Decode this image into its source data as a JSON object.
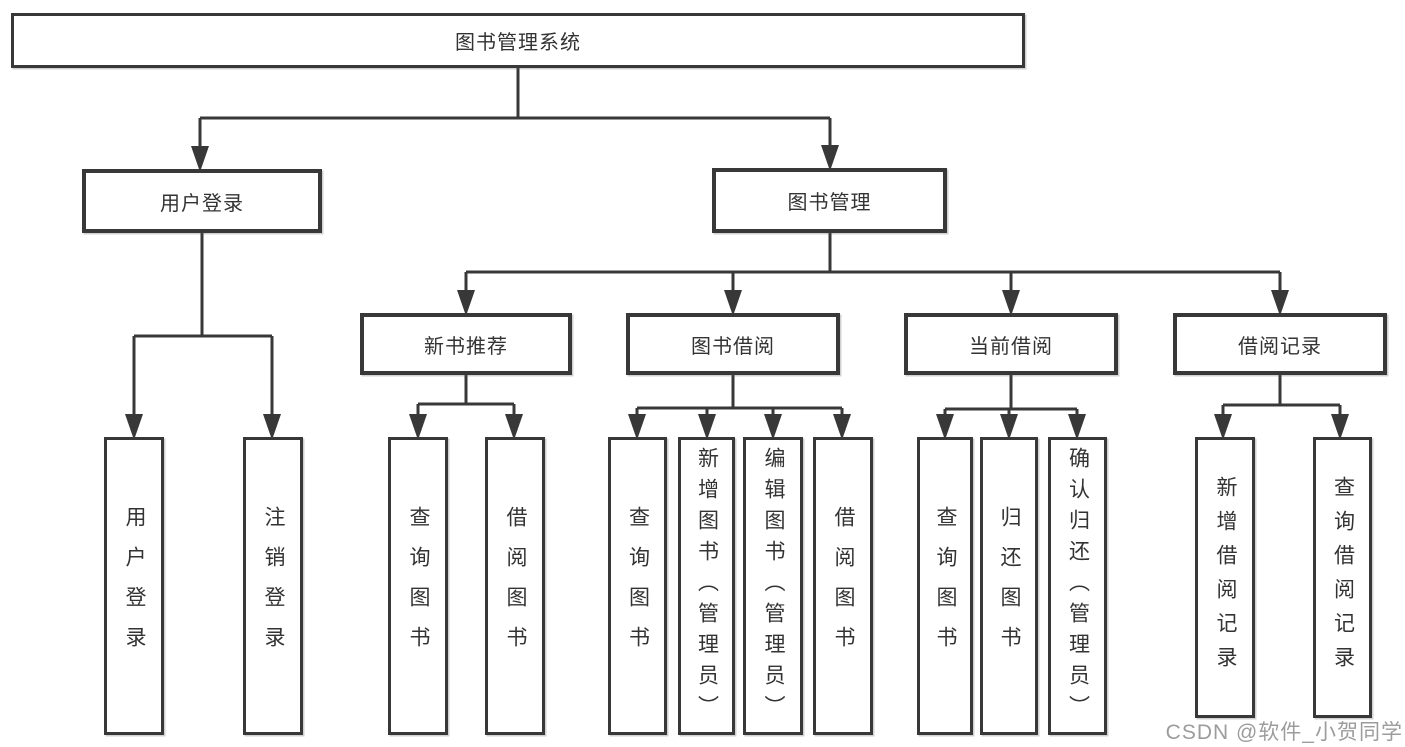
{
  "diagram": {
    "type": "hierarchy-tree",
    "nodes": {
      "root": "图书管理系统",
      "user_login": "用户登录",
      "book_management": "图书管理",
      "new_book_recommend": "新书推荐",
      "book_borrow": "图书借阅",
      "current_borrow": "当前借阅",
      "borrow_records": "借阅记录"
    },
    "children": {
      "user_login": [
        "用户登录",
        "注销登录"
      ],
      "new_book_recommend": [
        "查询图书",
        "借阅图书"
      ],
      "book_borrow": [
        "查询图书",
        "新增图书（管理员）",
        "编辑图书（管理员）",
        "借阅图书"
      ],
      "current_borrow": [
        "查询图书",
        "归还图书",
        "确认归还（管理员）"
      ],
      "borrow_records": [
        "新增借阅记录",
        "查询借阅记录"
      ]
    }
  },
  "watermark": "CSDN @软件_小贺同学",
  "colors": {
    "line": "#383838",
    "text": "#333333",
    "watermark": "#9c9c9c",
    "background": "#ffffff"
  }
}
